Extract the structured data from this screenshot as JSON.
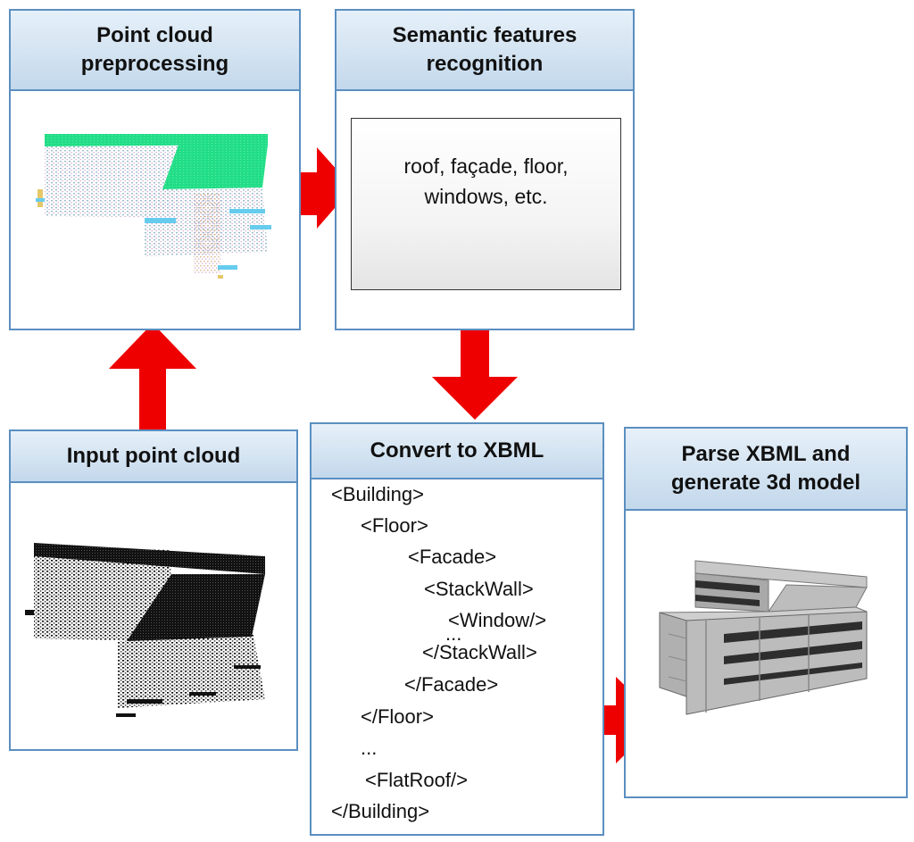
{
  "boxes": {
    "preprocessing": {
      "title": "Point cloud\npreprocessing"
    },
    "semantic": {
      "title": "Semantic features\nrecognition",
      "content": "roof, façade, floor,\nwindows, etc."
    },
    "input": {
      "title": "Input point cloud"
    },
    "convert": {
      "title": "Convert to XBML",
      "xml_lines": [
        "<Building>",
        "<Floor>",
        "<Facade>",
        "<StackWall>",
        "<Window/>",
        "...",
        "</StackWall>",
        "</Facade>",
        "</Floor>",
        "...",
        "<FlatRoof/>",
        "</Building>"
      ]
    },
    "parse": {
      "title": "Parse XBML and\ngenerate 3d model"
    }
  },
  "colors": {
    "arrow": "#ee0000",
    "box_border": "#5b8fc0",
    "header_fill": "#d3e3f1",
    "cloud_green": "#22dd88",
    "cloud_cyan": "#66ccee",
    "model_grey": "#b5b5b5"
  }
}
